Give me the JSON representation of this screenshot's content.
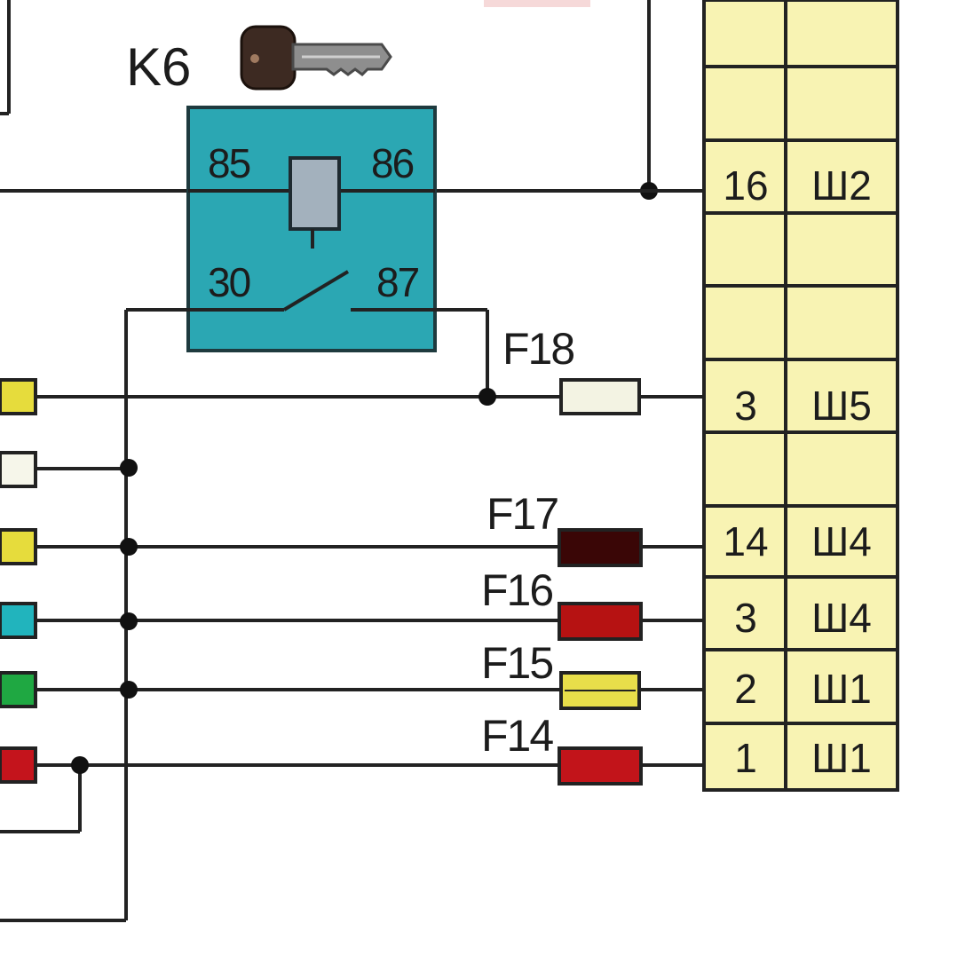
{
  "relay": {
    "name": "K6",
    "pin_85": "85",
    "pin_86": "86",
    "pin_30": "30",
    "pin_87": "87",
    "body_color": "#2ba7b3",
    "coil_color": "#a3b1bd"
  },
  "ignition_key_icon": "key-icon",
  "fuses": [
    {
      "label": "F18",
      "color": "#f3f3e3"
    },
    {
      "label": "F17",
      "color": "#3a0606"
    },
    {
      "label": "F16",
      "color": "#b61212"
    },
    {
      "label": "F15",
      "color": "#e8de4a"
    },
    {
      "label": "F14",
      "color": "#c2141a"
    }
  ],
  "connector_block": {
    "fill_color": "#f8f3b3",
    "rows": [
      {
        "pin": "",
        "plug": ""
      },
      {
        "pin": "",
        "plug": ""
      },
      {
        "pin": "16",
        "plug": "Ш2"
      },
      {
        "pin": "",
        "plug": ""
      },
      {
        "pin": "",
        "plug": ""
      },
      {
        "pin": "3",
        "plug": "Ш5"
      },
      {
        "pin": "",
        "plug": ""
      },
      {
        "pin": "14",
        "plug": "Ш4"
      },
      {
        "pin": "3",
        "plug": "Ш4"
      },
      {
        "pin": "2",
        "plug": "Ш1"
      },
      {
        "pin": "1",
        "plug": "Ш1"
      }
    ]
  },
  "left_stub_colors": [
    "#e6dc3c",
    "#f6f6ea",
    "#e6dc3c",
    "#21b4bd",
    "#1fa842",
    "#c4141c"
  ]
}
